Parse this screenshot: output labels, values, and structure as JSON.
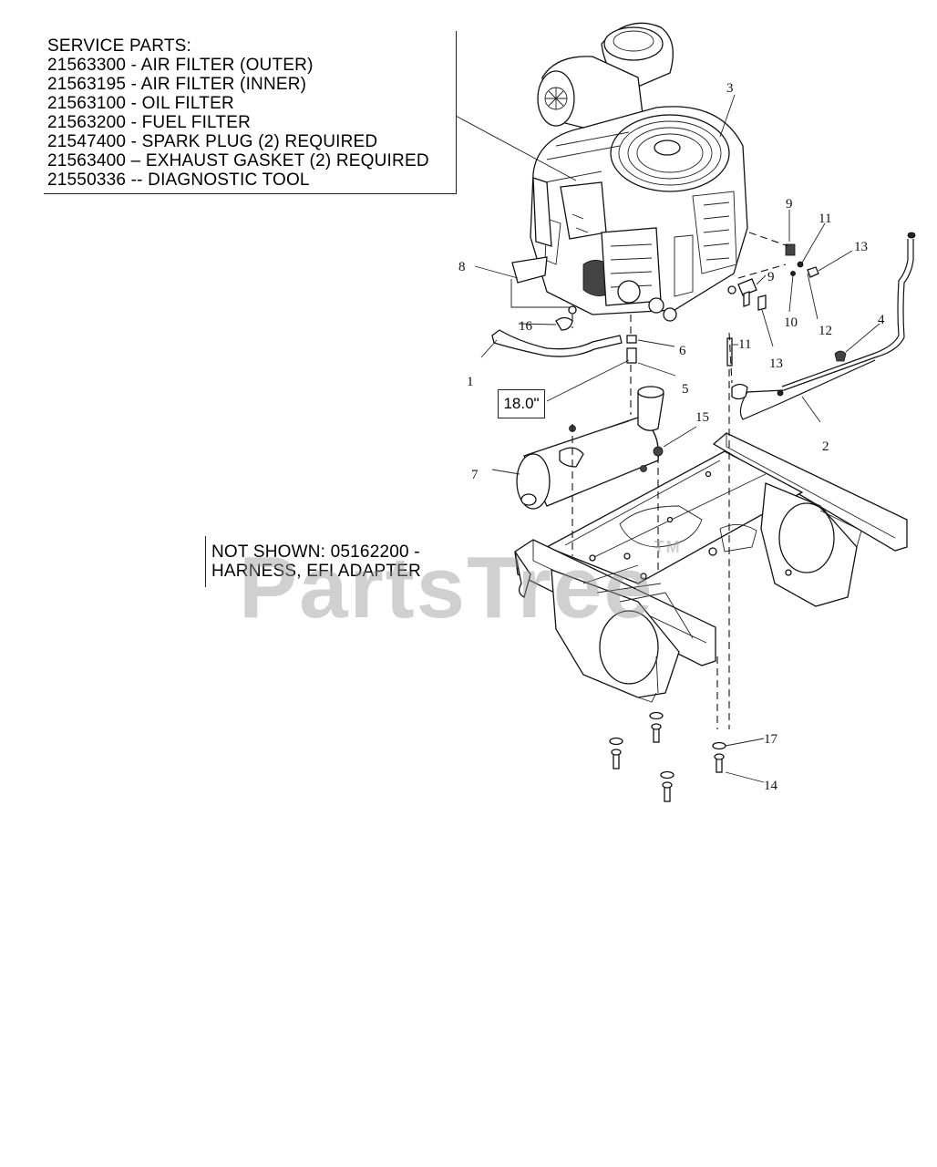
{
  "service_parts": {
    "heading": "SERVICE PARTS:",
    "lines": [
      "21563300 - AIR FILTER (OUTER)",
      "21563195 - AIR FILTER (INNER)",
      "21563100 - OIL FILTER",
      "21563200 - FUEL FILTER",
      "21547400 - SPARK PLUG (2) REQUIRED",
      "21563400 – EXHAUST GASKET (2) REQUIRED",
      "21550336 -- DIAGNOSTIC TOOL"
    ]
  },
  "not_shown": {
    "line1": "NOT SHOWN: 05162200 -",
    "line2": "HARNESS, EFI ADAPTER"
  },
  "dimension_label": "18.0\"",
  "watermark": {
    "text": "PartsTree",
    "tm": "TM"
  },
  "callouts": {
    "c1": "1",
    "c2": "2",
    "c3": "3",
    "c4": "4",
    "c5": "5",
    "c6": "6",
    "c7": "7",
    "c8": "8",
    "c9a": "9",
    "c9b": "9",
    "c10": "10",
    "c11a": "11",
    "c11b": "11",
    "c12": "12",
    "c13a": "13",
    "c13b": "13",
    "c14": "14",
    "c15": "15",
    "c16": "16",
    "c17": "17"
  }
}
